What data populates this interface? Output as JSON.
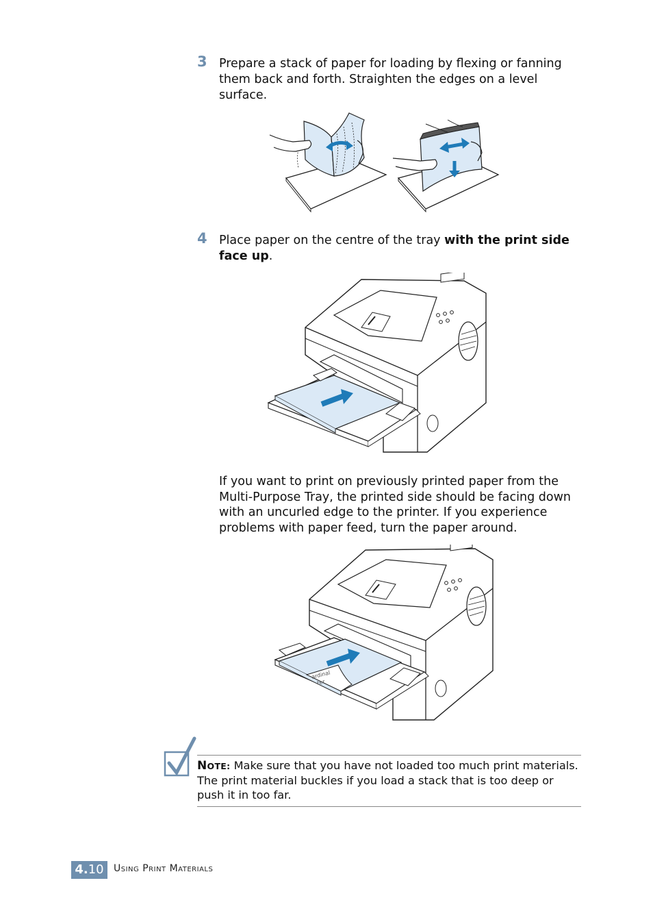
{
  "steps": [
    {
      "number": "3",
      "text": "Prepare a stack of paper for loading by flexing or fanning them back and forth. Straighten the edges on a level surface."
    },
    {
      "number": "4",
      "text_before": "Place paper on the centre of the tray ",
      "text_bold": "with the print side face up",
      "text_after": "."
    }
  ],
  "paragraph": "If you want to print on previously printed paper from the Multi-Purpose Tray, the printed side should be facing down with an uncurled edge to the printer. If you experience problems with paper feed, turn the paper around.",
  "paper_print_text": "ardinal\nter",
  "note": {
    "label_first": "N",
    "label_rest": "OTE:",
    "text": " Make sure that you have not loaded too much print materials. The print material buckles if you load a stack that is too deep or push it in too far."
  },
  "footer": {
    "chapter": "4.",
    "page": "10",
    "title": "Using Print Materials"
  },
  "colors": {
    "accent": "#6f8fae",
    "arrow": "#1f7bb8",
    "paper_tint": "#dbe9f6"
  }
}
